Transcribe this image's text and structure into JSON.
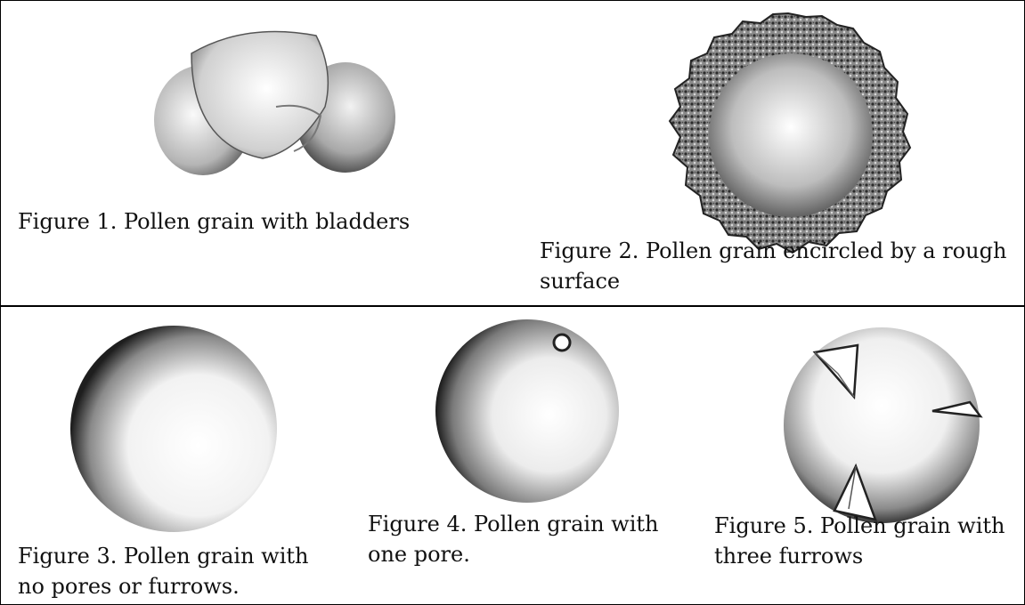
{
  "figures": [
    {
      "id": 1,
      "caption": "Figure 1.  Pollen grain with bladders",
      "icon": "pollen-bladders"
    },
    {
      "id": 2,
      "caption": "Figure 2.  Pollen grain encircled by a rough surface",
      "icon": "pollen-rough"
    },
    {
      "id": 3,
      "caption": "Figure 3.  Pollen grain with no pores or furrows.",
      "icon": "pollen-smooth"
    },
    {
      "id": 4,
      "caption": "Figure 4.  Pollen grain with one pore.",
      "icon": "pollen-one-pore"
    },
    {
      "id": 5,
      "caption": "Figure 5.  Pollen grain with three furrows",
      "icon": "pollen-three-furrows"
    }
  ]
}
